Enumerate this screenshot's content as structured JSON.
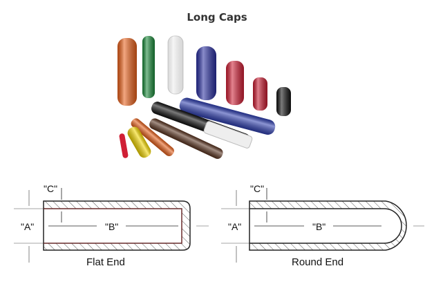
{
  "title": "Long Caps",
  "diagrams": [
    {
      "caption": "Flat End",
      "labels": {
        "a": "\"A\"",
        "b": "\"B\"",
        "c": "\"C\""
      }
    },
    {
      "caption": "Round End",
      "labels": {
        "a": "\"A\"",
        "b": "\"B\"",
        "c": "\"C\""
      }
    }
  ],
  "cap_colors": [
    "#e8601a",
    "#1a8a3a",
    "#f4f4f4",
    "#2a2fa0",
    "#d01f35",
    "#c8192f",
    "#111111",
    "#f5d800",
    "#5a3420",
    "#eeeeee",
    "#2f3fb0"
  ]
}
